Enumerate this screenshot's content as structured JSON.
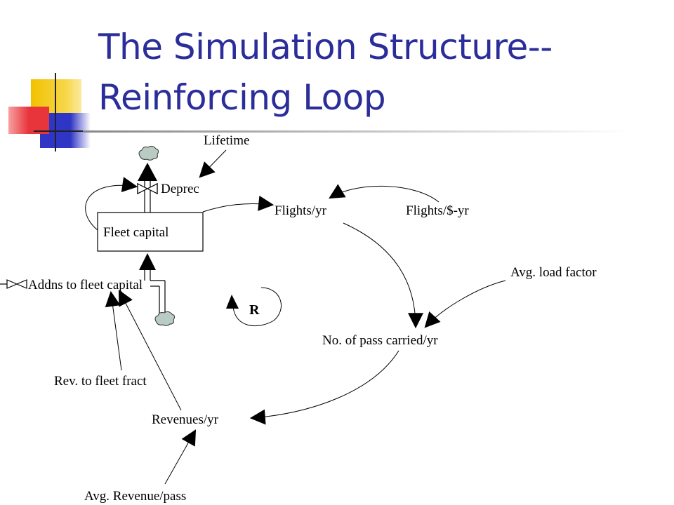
{
  "slide": {
    "title_line1": "The Simulation Structure--",
    "title_line2": "Reinforcing Loop"
  },
  "diagram": {
    "stock": "Fleet capital",
    "outflow": "Deprec",
    "inflow": "Addns to fleet capital",
    "loop_label": "R",
    "variables": {
      "lifetime": "Lifetime",
      "flights_per_yr": "Flights/yr",
      "flights_per_dollar_yr": "Flights/$-yr",
      "avg_load_factor": "Avg. load factor",
      "pass_carried": "No. of pass carried/yr",
      "revenues": "Revenues/yr",
      "rev_to_fleet_fract": "Rev. to fleet fract",
      "avg_revenue_pass": "Avg. Revenue/pass"
    }
  },
  "colors": {
    "title": "#2b2d9a",
    "deco_yellow": "#f2c100",
    "deco_red": "#e8343b",
    "deco_blue": "#2f35c4",
    "cloud": "#b8ccc3"
  }
}
